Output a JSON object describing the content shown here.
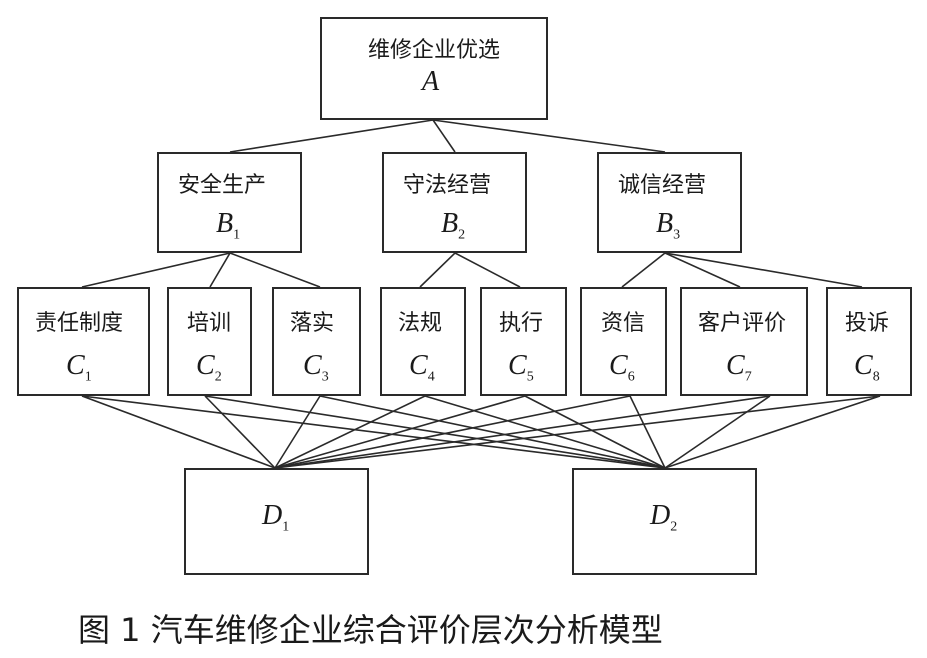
{
  "root": {
    "name": "维修企业优选",
    "symbol": "A"
  },
  "criteria": [
    {
      "name": "安全生产",
      "symbol": "B",
      "index": "1"
    },
    {
      "name": "守法经营",
      "symbol": "B",
      "index": "2"
    },
    {
      "name": "诚信经营",
      "symbol": "B",
      "index": "3"
    }
  ],
  "subcriteria": [
    {
      "name": "责任制度",
      "symbol": "C",
      "index": "1"
    },
    {
      "name": "培训",
      "symbol": "C",
      "index": "2"
    },
    {
      "name": "落实",
      "symbol": "C",
      "index": "3"
    },
    {
      "name": "法规",
      "symbol": "C",
      "index": "4"
    },
    {
      "name": "执行",
      "symbol": "C",
      "index": "5"
    },
    {
      "name": "资信",
      "symbol": "C",
      "index": "6"
    },
    {
      "name": "客户评价",
      "symbol": "C",
      "index": "7"
    },
    {
      "name": "投诉",
      "symbol": "C",
      "index": "8"
    }
  ],
  "alternatives": [
    {
      "symbol": "D",
      "index": "1"
    },
    {
      "symbol": "D",
      "index": "2"
    }
  ],
  "caption": "图 1 汽车维修企业综合评价层次分析模型"
}
